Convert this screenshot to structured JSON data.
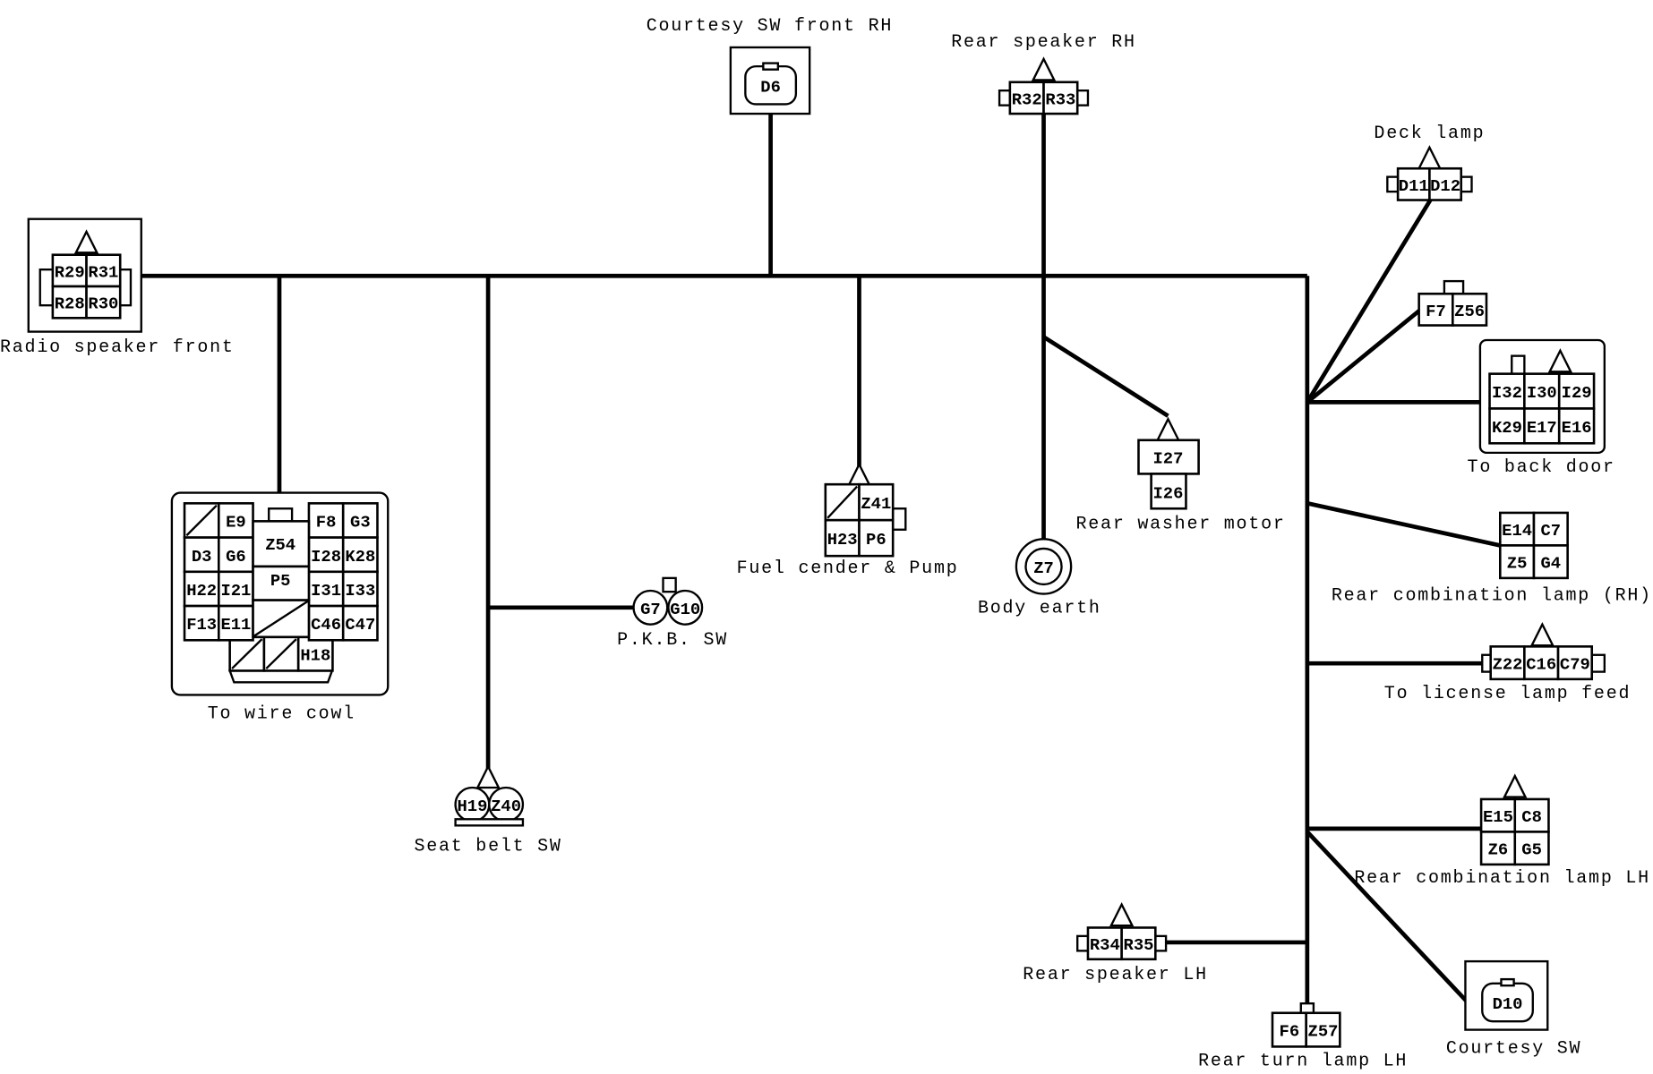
{
  "diagram": {
    "line_color": "#000000",
    "background": "#ffffff",
    "connectors": {
      "radio_speaker_front": {
        "label": "Radio speaker front",
        "pins": [
          [
            "R29",
            "R31"
          ],
          [
            "R28",
            "R30"
          ]
        ]
      },
      "courtesy_sw_front_rh": {
        "label": "Courtesy SW front RH",
        "pins": [
          [
            "D6"
          ]
        ]
      },
      "rear_speaker_rh": {
        "label": "Rear speaker RH",
        "pins": [
          [
            "R32",
            "R33"
          ]
        ]
      },
      "deck_lamp": {
        "label": "Deck lamp",
        "pins": [
          [
            "D11",
            "D12"
          ]
        ]
      },
      "f7_z56": {
        "label": "",
        "pins": [
          [
            "F7",
            "Z56"
          ]
        ]
      },
      "to_back_door": {
        "label": "To back door",
        "pins": [
          [
            "I32",
            "I30",
            "I29"
          ],
          [
            "K29",
            "E17",
            "E16"
          ]
        ]
      },
      "rear_washer_motor": {
        "label": "Rear washer motor",
        "pins": [
          [
            "I27"
          ],
          [
            "I26"
          ]
        ]
      },
      "body_earth": {
        "label": "Body earth",
        "pins": [
          [
            "Z7"
          ]
        ]
      },
      "fuel_sender_pump": {
        "label": "Fuel cender & Pump",
        "pins": [
          [
            null,
            "Z41"
          ],
          [
            "H23",
            "P6"
          ]
        ]
      },
      "pkb_sw": {
        "label": "P.K.B. SW",
        "pins": [
          [
            "G7",
            "G10"
          ]
        ]
      },
      "seat_belt_sw": {
        "label": "Seat belt SW",
        "pins": [
          [
            "H19",
            "Z40"
          ]
        ]
      },
      "to_wire_cowl": {
        "label": "To wire cowl",
        "pins_left": [
          [
            null,
            "E9"
          ],
          [
            "D3",
            "G6"
          ],
          [
            "H22",
            "I21"
          ],
          [
            "F13",
            "E11"
          ]
        ],
        "pins_mid": [
          [
            "Z54"
          ],
          [
            "P5"
          ],
          [
            null
          ]
        ],
        "pins_right": [
          [
            "F8",
            "G3"
          ],
          [
            "I28",
            "K28"
          ],
          [
            "I31",
            "I33"
          ],
          [
            "C46",
            "C47"
          ]
        ],
        "pins_bottom": [
          [
            null,
            null,
            "H18"
          ]
        ]
      },
      "rear_combination_lamp_rh": {
        "label": "Rear combination lamp (RH)",
        "pins": [
          [
            "E14",
            "C7"
          ],
          [
            "Z5",
            "G4"
          ]
        ]
      },
      "license_lamp_feed": {
        "label": "To license lamp feed",
        "pins": [
          [
            "Z22",
            "C16",
            "C79"
          ]
        ]
      },
      "rear_combination_lamp_lh": {
        "label": "Rear combination lamp LH",
        "pins": [
          [
            "E15",
            "C8"
          ],
          [
            "Z6",
            "G5"
          ]
        ]
      },
      "rear_speaker_lh": {
        "label": "Rear speaker LH",
        "pins": [
          [
            "R34",
            "R35"
          ]
        ]
      },
      "rear_turn_lamp_lh": {
        "label": "Rear turn lamp LH",
        "pins": [
          [
            "F6",
            "Z57"
          ]
        ]
      },
      "courtesy_sw": {
        "label": "Courtesy SW",
        "pins": [
          [
            "D10"
          ]
        ]
      }
    }
  }
}
